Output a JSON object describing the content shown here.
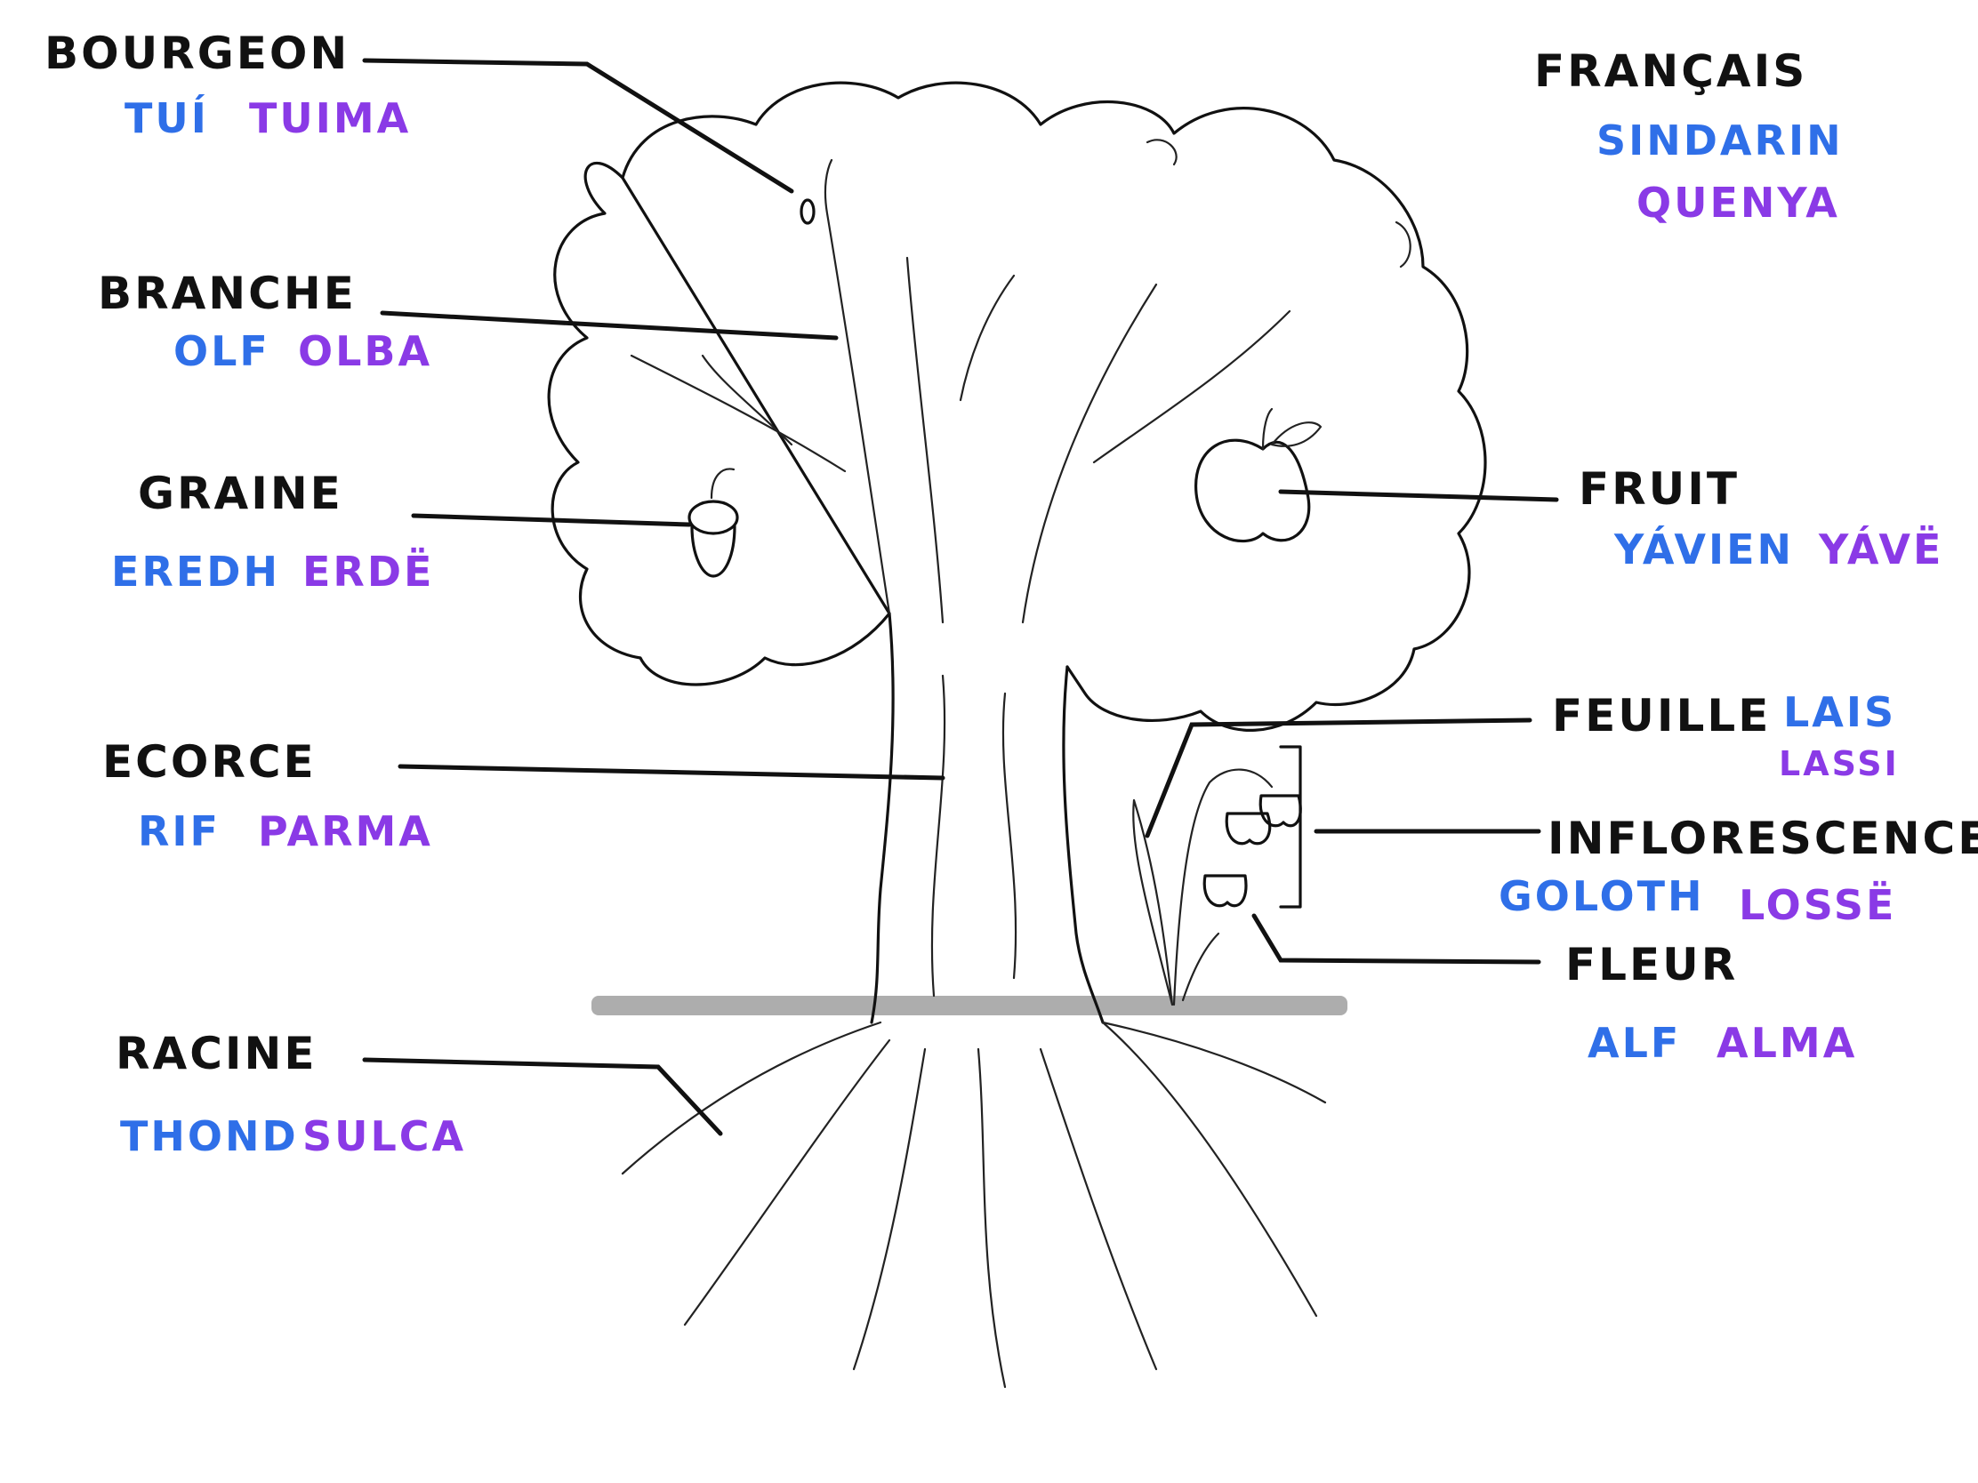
{
  "legend": {
    "french": "FRANÇAIS",
    "sindarin": "SINDARIN",
    "quenya": "QUENYA"
  },
  "labels": {
    "bourgeon": {
      "fr": "BOURGEON",
      "sindarin": "TUÍ",
      "quenya": "TUIMA"
    },
    "branche": {
      "fr": "BRANCHE",
      "sindarin": "OLF",
      "quenya": "OLBA"
    },
    "graine": {
      "fr": "GRAINE",
      "sindarin": "EREDH",
      "quenya": "ERDË"
    },
    "ecorce": {
      "fr": "ECORCE",
      "sindarin": "RIF",
      "quenya": "PARMA"
    },
    "racine": {
      "fr": "RACINE",
      "sindarin": "THOND",
      "quenya": "SULCA"
    },
    "fruit": {
      "fr": "FRUIT",
      "sindarin": "YÁVIEN",
      "quenya": "YÁVË"
    },
    "feuille": {
      "fr": "FEUILLE",
      "sindarin": "LAIS",
      "quenya": "LASSI"
    },
    "inflorescence": {
      "fr": "INFLORESCENCE",
      "sindarin": "GOLOTH",
      "quenya": "LOSSË"
    },
    "fleur": {
      "fr": "FLEUR",
      "sindarin": "ALF",
      "quenya": "ALMA"
    }
  },
  "colors": {
    "french": "#111111",
    "sindarin": "#2f6fe8",
    "quenya": "#8a3ae6"
  }
}
